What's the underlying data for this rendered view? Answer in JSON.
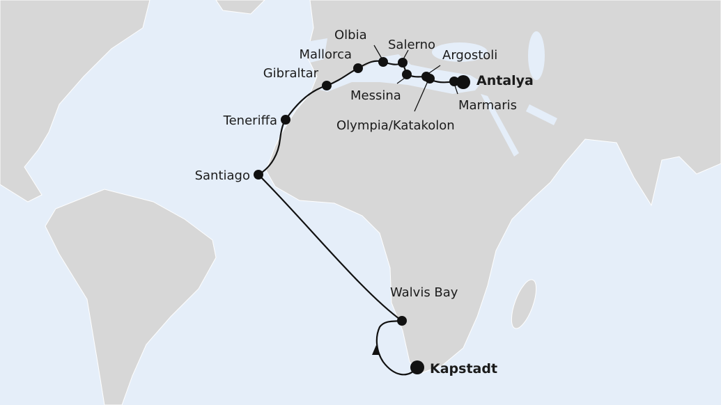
{
  "colors": {
    "ocean": "#e5eef9",
    "land": "#d7d7d7",
    "route": "#111111",
    "port": "#111111"
  },
  "route": {
    "start": "Kapstadt",
    "end": "Antalya",
    "direction_icon": "arrow-head-icon",
    "ports": [
      {
        "name": "Kapstadt",
        "major": true
      },
      {
        "name": "Walvis Bay",
        "major": false
      },
      {
        "name": "Santiago",
        "major": false
      },
      {
        "name": "Teneriffa",
        "major": false
      },
      {
        "name": "Gibraltar",
        "major": false
      },
      {
        "name": "Mallorca",
        "major": false
      },
      {
        "name": "Olbia",
        "major": false
      },
      {
        "name": "Salerno",
        "major": false
      },
      {
        "name": "Messina",
        "major": false
      },
      {
        "name": "Argostoli",
        "major": false
      },
      {
        "name": "Olympia/Katakolon",
        "major": false
      },
      {
        "name": "Marmaris",
        "major": false
      },
      {
        "name": "Antalya",
        "major": true
      }
    ]
  }
}
